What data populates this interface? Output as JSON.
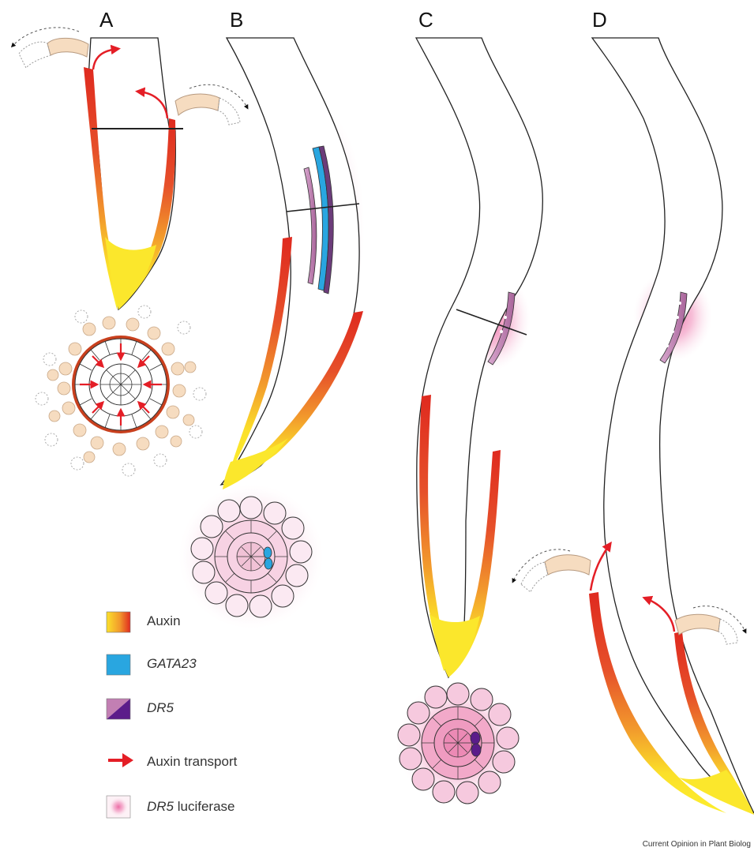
{
  "panels": {
    "a": "A",
    "b": "B",
    "c": "C",
    "d": "D"
  },
  "legend": {
    "auxin": "Auxin",
    "gata23": "GATA23",
    "dr5": "DR5",
    "auxin_transport": "Auxin transport",
    "dr5_luciferase_prefix": "DR5",
    "dr5_luciferase_suffix": " luciferase"
  },
  "credit": "Current Opinion in Plant Biolog",
  "colors": {
    "auxin_top": "#e0281e",
    "auxin_mid": "#f08a2a",
    "auxin_bottom": "#fbe62a",
    "gata23": "#29a6e0",
    "dr5_light": "#c27fb3",
    "dr5_dark": "#5b1c8a",
    "transport_arrow": "#e41e26",
    "luciferase": "#ec6fa6",
    "root_cap_cell": "#f6dcc0"
  },
  "icons": {
    "transport": "red-curved-arrow-icon",
    "cap_shedding": "dashed-curved-arrow-icon"
  }
}
